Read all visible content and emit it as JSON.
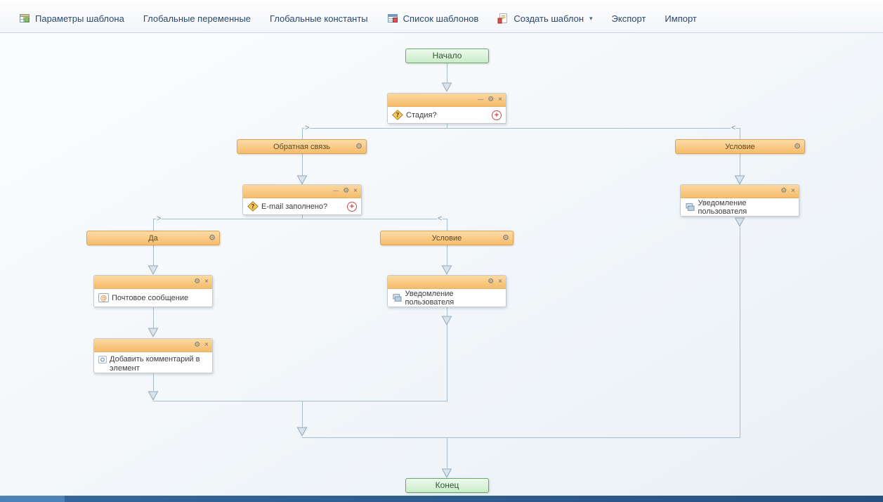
{
  "toolbar": {
    "items": [
      {
        "label": "Параметры шаблона",
        "icon": "template-parameters-icon"
      },
      {
        "label": "Глобальные переменные",
        "icon": null
      },
      {
        "label": "Глобальные константы",
        "icon": null
      },
      {
        "label": "Список шаблонов",
        "icon": "template-list-icon"
      },
      {
        "label": "Создать шаблон",
        "icon": "create-template-icon",
        "has_dropdown": true
      },
      {
        "label": "Экспорт",
        "icon": null
      },
      {
        "label": "Импорт",
        "icon": null
      }
    ]
  },
  "flow": {
    "nodes": {
      "start": {
        "label": "Начало",
        "type": "start"
      },
      "stage_condition": {
        "label": "Стадия?",
        "type": "condition",
        "icon": "decision-diamond-icon"
      },
      "branch_feedback": {
        "label": "Обратная связь",
        "type": "branch"
      },
      "email_condition": {
        "label": "E-mail заполнено?",
        "type": "condition",
        "icon": "decision-diamond-icon"
      },
      "branch_yes": {
        "label": "Да",
        "type": "branch"
      },
      "branch_condition_inner": {
        "label": "Условие",
        "type": "branch"
      },
      "activity_mail": {
        "label": "Почтовое сообщение",
        "type": "activity",
        "icon": "mail-icon"
      },
      "activity_comment": {
        "label": "Добавить комментарий в элемент",
        "type": "activity",
        "icon": "comment-icon"
      },
      "activity_notify_inner": {
        "label": "Уведомление пользователя",
        "type": "activity",
        "icon": "notification-icon"
      },
      "branch_condition_right": {
        "label": "Условие",
        "type": "branch"
      },
      "activity_notify_right": {
        "label": "Уведомление пользователя",
        "type": "activity",
        "icon": "notification-icon"
      },
      "end": {
        "label": "Конец",
        "type": "end"
      }
    },
    "controls": {
      "minimize": "—",
      "settings": "⚙",
      "close": "×",
      "add_branch": "+",
      "collapse_right": ">",
      "collapse_left": "<",
      "dropdown_caret": "▾"
    },
    "colors": {
      "branch_orange": "#f6bc6b",
      "terminal_green": "#c9ecc9",
      "connector_line": "#a9bcc9",
      "add_button_red": "#c94b4b",
      "toolbar_text": "#2b4a6b",
      "footer_blue": "#2c5c90"
    }
  }
}
